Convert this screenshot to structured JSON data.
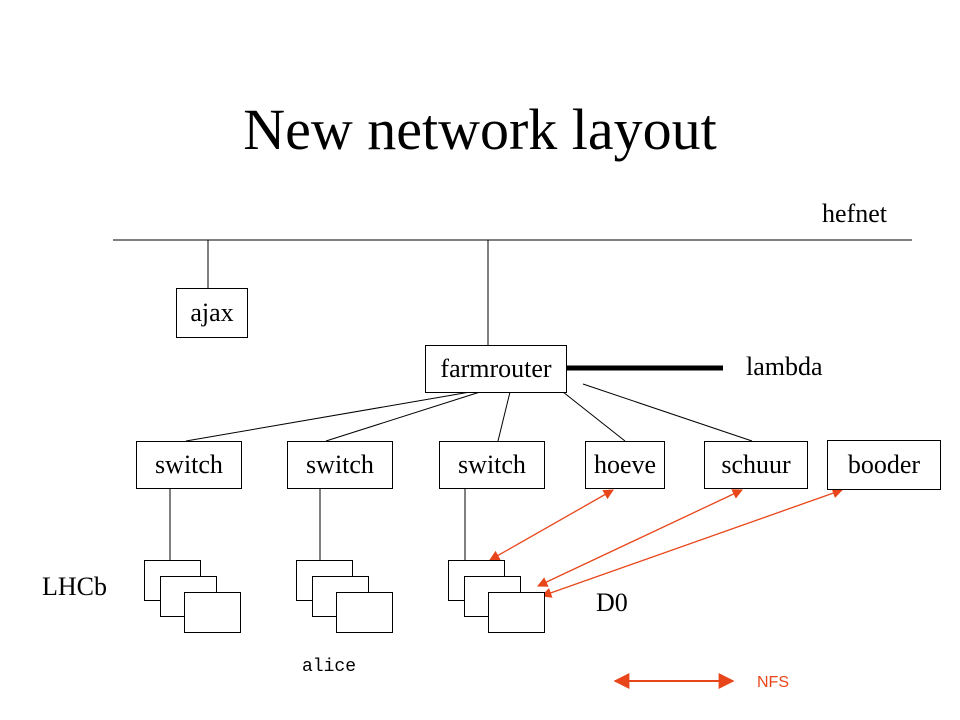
{
  "title": "New network layout",
  "labels": {
    "hefnet": "hefnet",
    "lambda": "lambda",
    "lhcb": "LHCb",
    "d0": "D0",
    "alice": "alice",
    "nfs": "NFS"
  },
  "boxes": {
    "ajax": "ajax",
    "farmrouter": "farmrouter",
    "switch1": "switch",
    "switch2": "switch",
    "switch3": "switch",
    "hoeve": "hoeve",
    "schuur": "schuur",
    "booder": "booder"
  },
  "colors": {
    "line": "#000000",
    "nfs_link": "#e8461a"
  }
}
